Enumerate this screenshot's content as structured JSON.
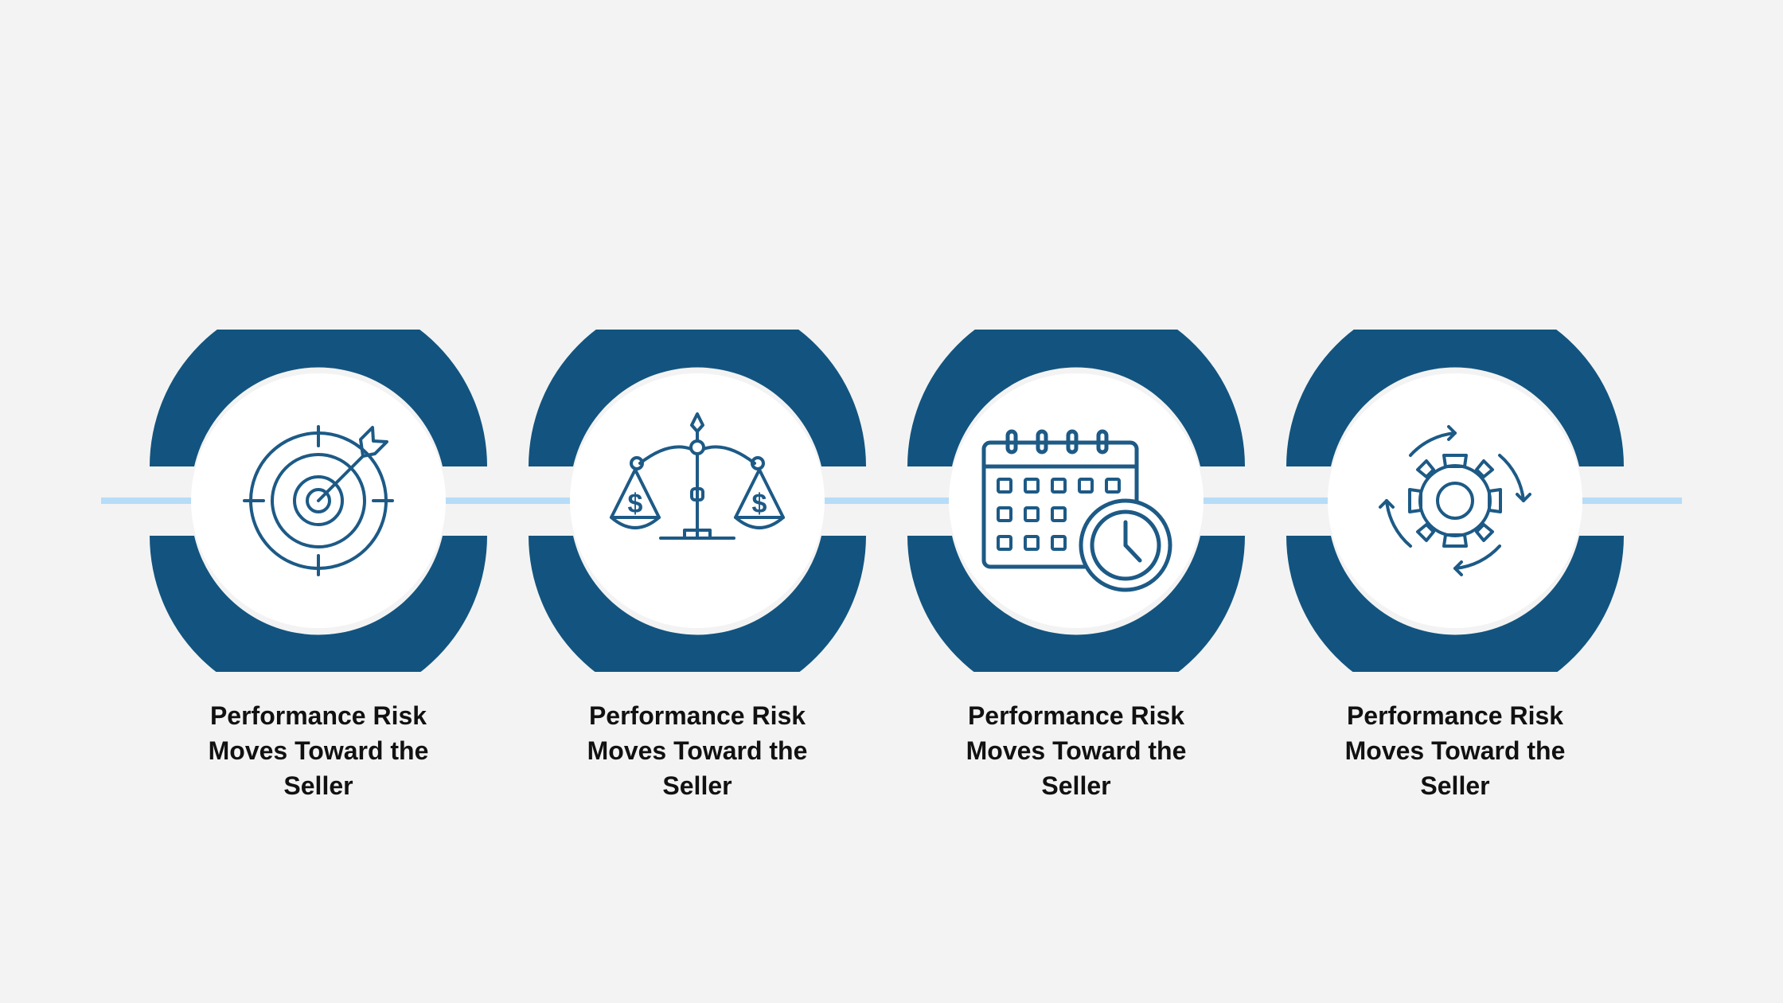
{
  "colors": {
    "background": "#f3f3f3",
    "ring": "#12547f",
    "connector": "#b7dcf7",
    "icon": "#1d5a86"
  },
  "steps": [
    {
      "icon": "target-icon",
      "lines": [
        "Performance Risk",
        "Moves Toward the",
        "Seller"
      ]
    },
    {
      "icon": "scales-icon",
      "lines": [
        "Performance Risk",
        "Moves Toward the",
        "Seller"
      ]
    },
    {
      "icon": "calendar-icon",
      "lines": [
        "Performance Risk",
        "Moves Toward the",
        "Seller"
      ]
    },
    {
      "icon": "gear-cycle-icon",
      "lines": [
        "Performance Risk",
        "Moves Toward the",
        "Seller"
      ]
    }
  ]
}
